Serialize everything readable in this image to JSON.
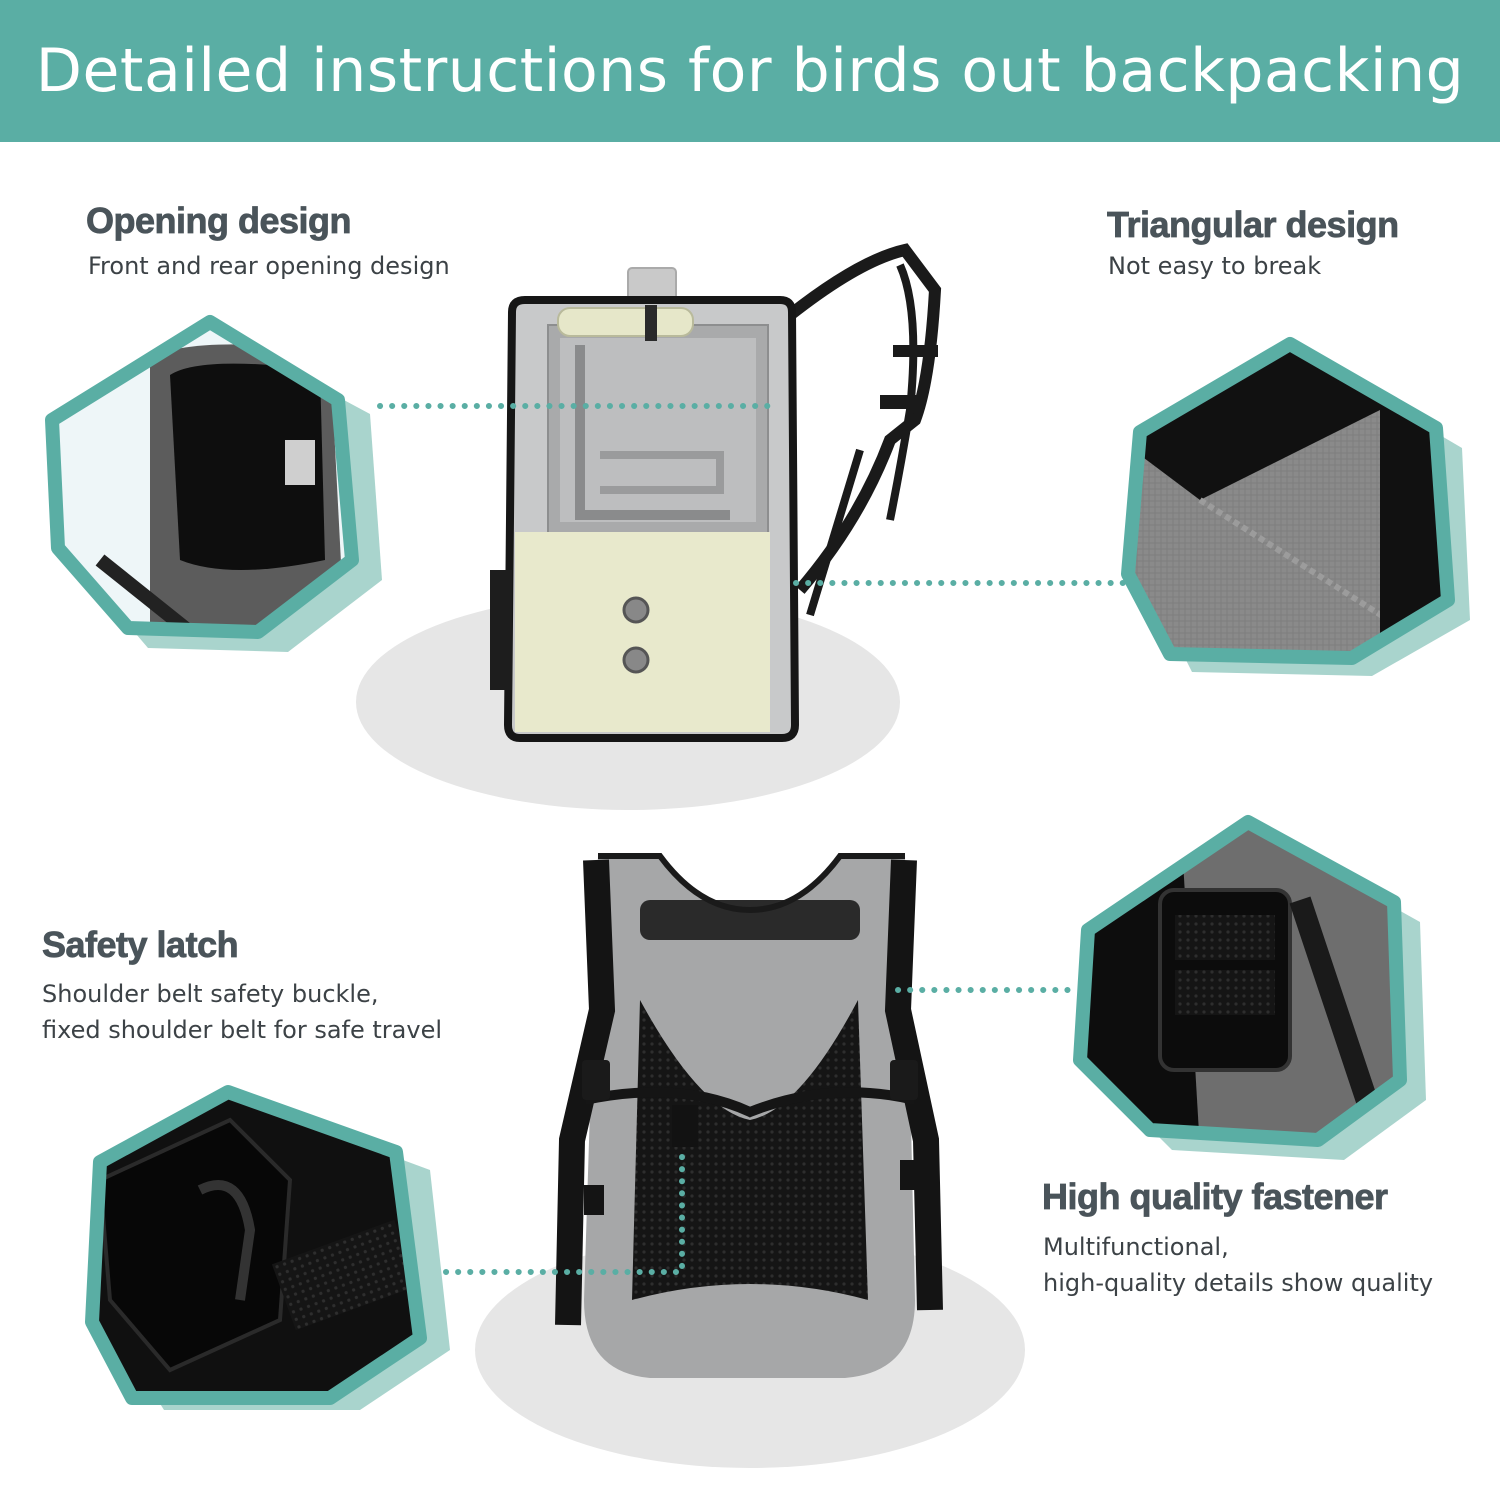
{
  "header": {
    "title": "Detailed instructions for birds out backpacking"
  },
  "features": [
    {
      "title": "Opening design",
      "desc": [
        "Front and rear opening design"
      ]
    },
    {
      "title": "Triangular design",
      "desc": [
        "Not easy to break"
      ]
    },
    {
      "title": "Safety latch",
      "desc": [
        "Shoulder belt safety buckle,",
        "fixed shoulder belt for safe travel"
      ]
    },
    {
      "title": "High quality fastener",
      "desc": [
        "Multifunctional,",
        "high-quality details show quality"
      ]
    }
  ],
  "colors": {
    "banner": "#5aaea4",
    "frame": "#5aaea4",
    "shadow": "#a9d4cd",
    "heading": "#4a545a",
    "dots": "#5aaea4"
  },
  "icons": [
    "front-backpack-photo",
    "back-backpack-photo",
    "opening-detail-photo",
    "seam-detail-photo",
    "ladder-buckle-photo",
    "side-release-buckle-photo"
  ]
}
